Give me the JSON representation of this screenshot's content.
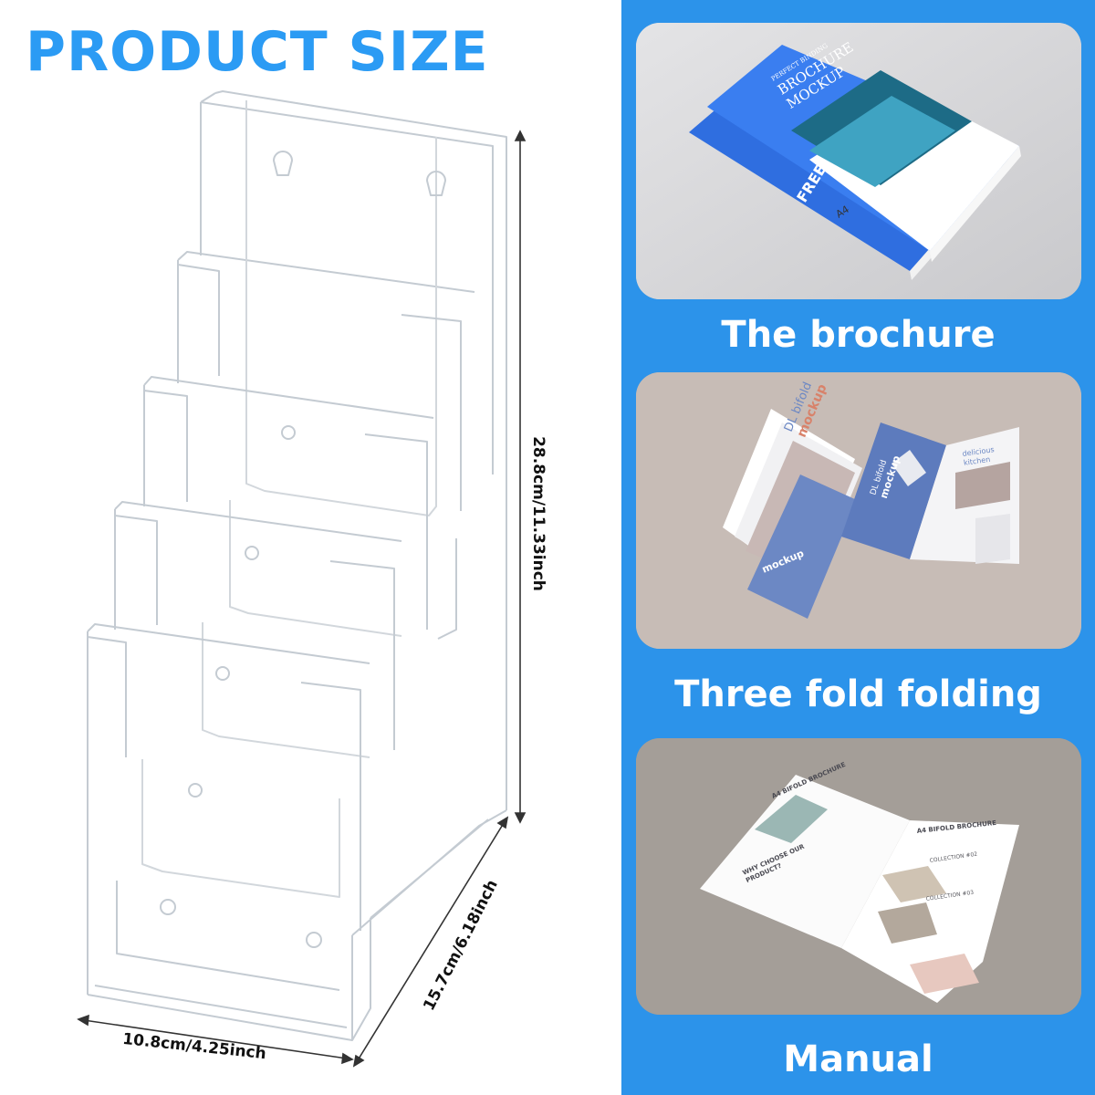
{
  "title": "PRODUCT SIZE",
  "dimensions": {
    "height": "28.8cm/11.33inch",
    "depth": "15.7cm/6.18inch",
    "width": "10.8cm/4.25inch"
  },
  "cards": [
    {
      "caption": "The brochure",
      "mockup_text": {
        "small_heading": "PERFECT BINDING",
        "heading_line1": "BROCHURE",
        "heading_line2": "MOCKUP",
        "badge": "FREE",
        "size": "A4"
      }
    },
    {
      "caption": "Three fold folding",
      "mockup_text": {
        "heading_line1": "DL bifold",
        "heading_line2": "mockup",
        "panel_label": "mockup",
        "middle_label1": "DL bifold",
        "middle_label2": "mockup",
        "right_label1": "delicious",
        "right_label2": "kitchen"
      }
    },
    {
      "caption": "Manual",
      "mockup_text": {
        "left_heading": "A4 BIFOLD BROCHURE",
        "right_heading": "A4 BIFOLD BROCHURE",
        "left_sub1": "WHY CHOOSE OUR",
        "left_sub2": "PRODUCT?",
        "collection1": "COLLECTION #02",
        "collection2": "COLLECTION #03"
      }
    }
  ],
  "colors": {
    "accent_blue": "#2b9bf4",
    "panel_blue": "#2c93ea",
    "caption_text": "#ffffff"
  }
}
